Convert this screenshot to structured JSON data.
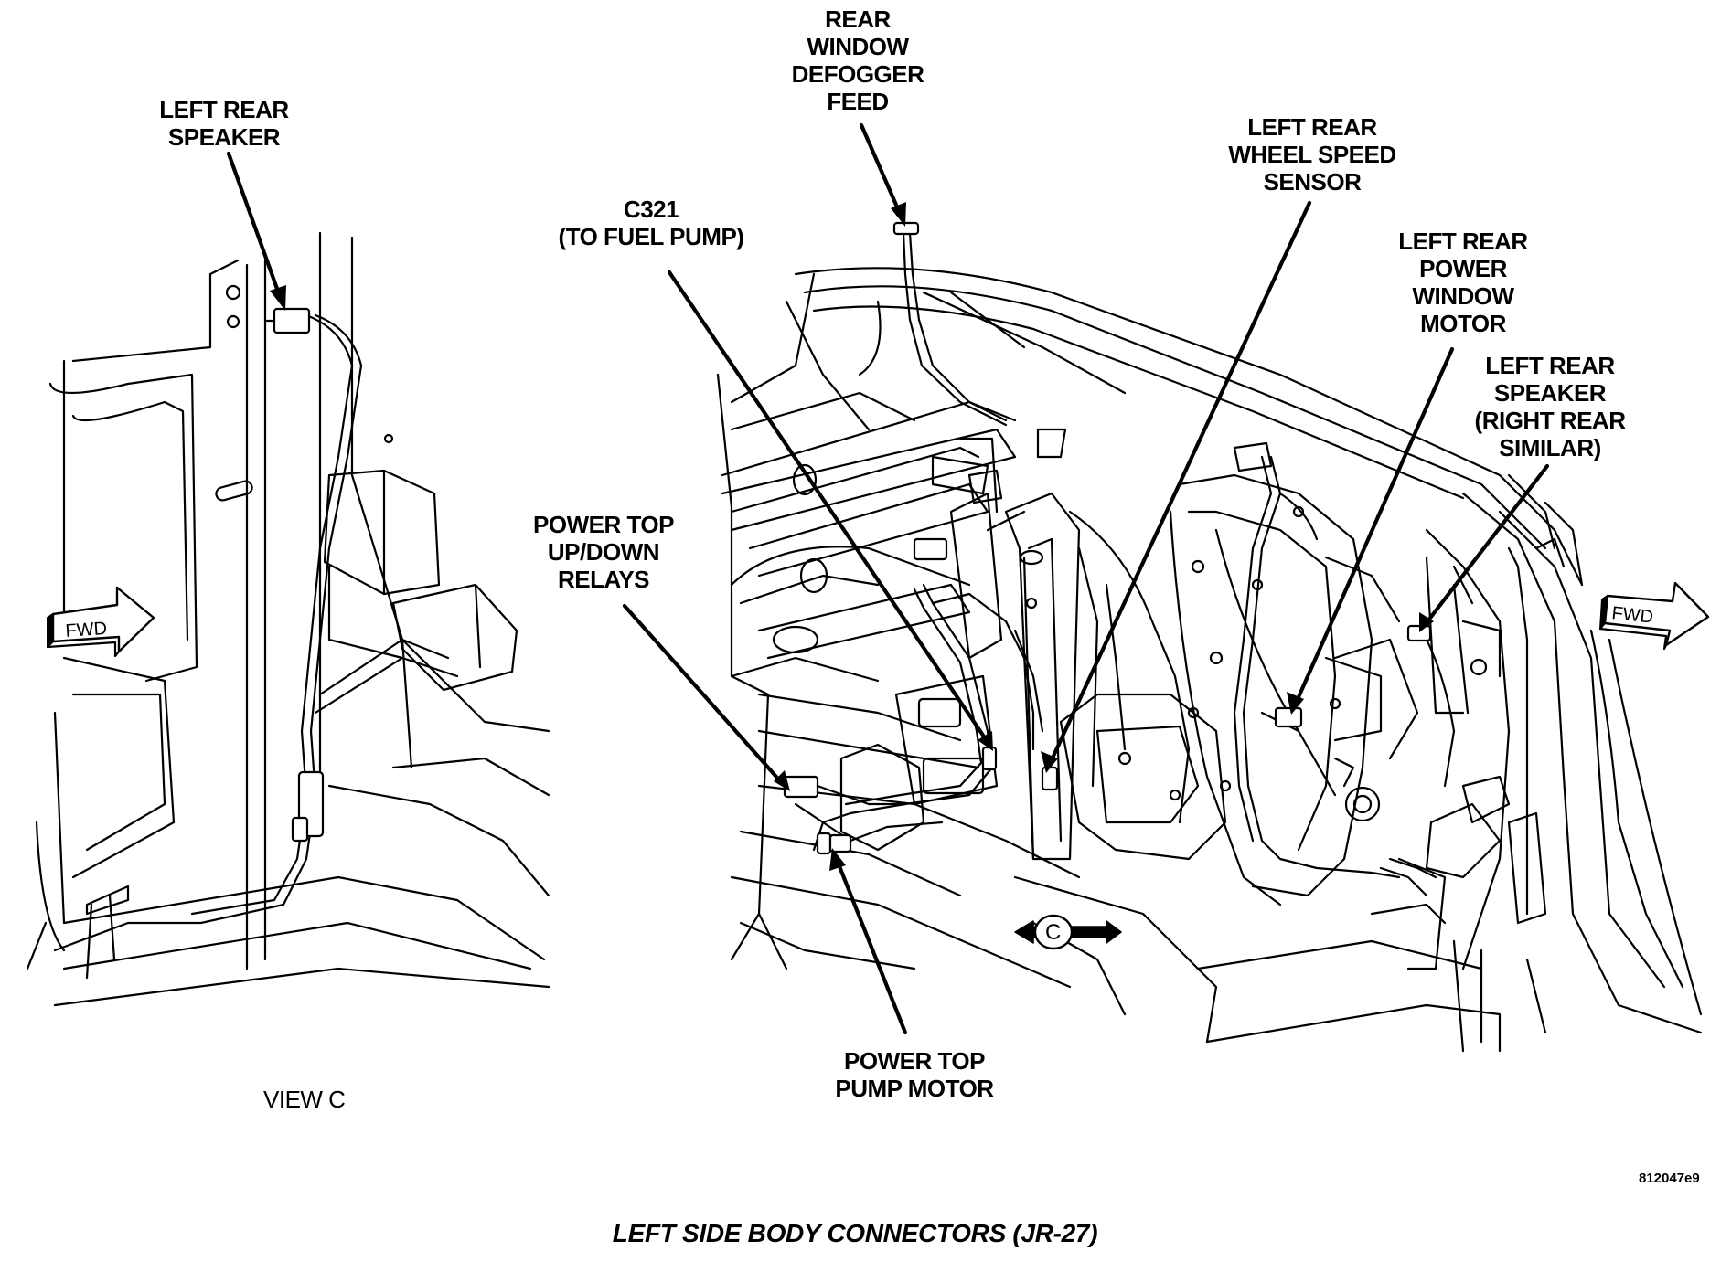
{
  "callouts": {
    "left_rear_speaker_view": "LEFT REAR\nSPEAKER",
    "rear_window_defogger_feed": "REAR\nWINDOW\nDEFOGGER\nFEED",
    "left_rear_wheel_speed_sensor": "LEFT REAR\nWHEEL SPEED\nSENSOR",
    "c321_to_fuel_pump": "C321\n(TO FUEL PUMP)",
    "left_rear_power_window_motor": "LEFT REAR\nPOWER\nWINDOW\nMOTOR",
    "left_rear_speaker_main": "LEFT REAR\nSPEAKER\n(RIGHT REAR\nSIMILAR)",
    "power_top_up_down_relays": "POWER TOP\nUP/DOWN\nRELAYS",
    "power_top_pump_motor": "POWER TOP\nPUMP MOTOR"
  },
  "badges": {
    "fwd_left": "FWD",
    "fwd_right": "FWD",
    "view_marker": "C"
  },
  "view_label": "VIEW C",
  "figure_id": "812047e9",
  "caption": "LEFT SIDE BODY CONNECTORS (JR-27)"
}
